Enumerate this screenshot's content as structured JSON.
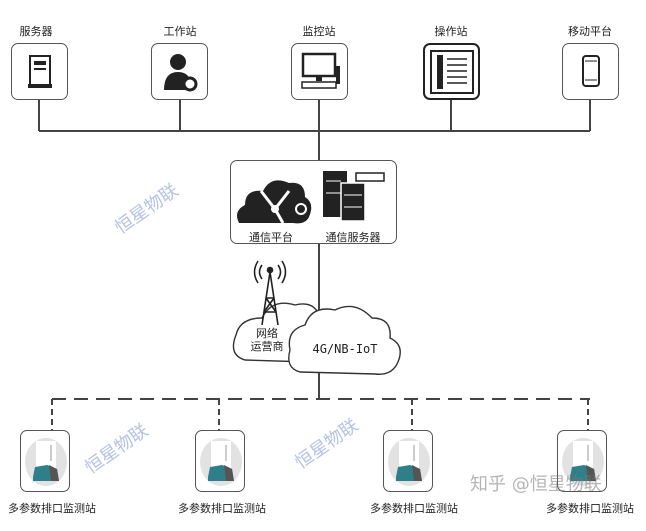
{
  "top_nodes": [
    {
      "label": "服务器",
      "icon": "server-icon"
    },
    {
      "label": "工作站",
      "icon": "user-gear-icon"
    },
    {
      "label": "监控站",
      "icon": "desktop-computer-icon"
    },
    {
      "label": "操作站",
      "icon": "control-panel-icon"
    },
    {
      "label": "移动平台",
      "icon": "mobile-phone-icon"
    }
  ],
  "platform": {
    "left_label": "通信平台",
    "right_label": "通信服务器"
  },
  "network": {
    "operator_label": "网络\n运营商",
    "operator_line1": "网络",
    "operator_line2": "运营商",
    "cloud_label": "4G/NB-IoT"
  },
  "stations": [
    {
      "label": "多参数排口监测站"
    },
    {
      "label": "多参数排口监测站"
    },
    {
      "label": "多参数排口监测站"
    },
    {
      "label": "多参数排口监测站"
    }
  ],
  "watermarks": {
    "brand": "恒星物联",
    "zhihu": "知乎 @恒星物联"
  }
}
